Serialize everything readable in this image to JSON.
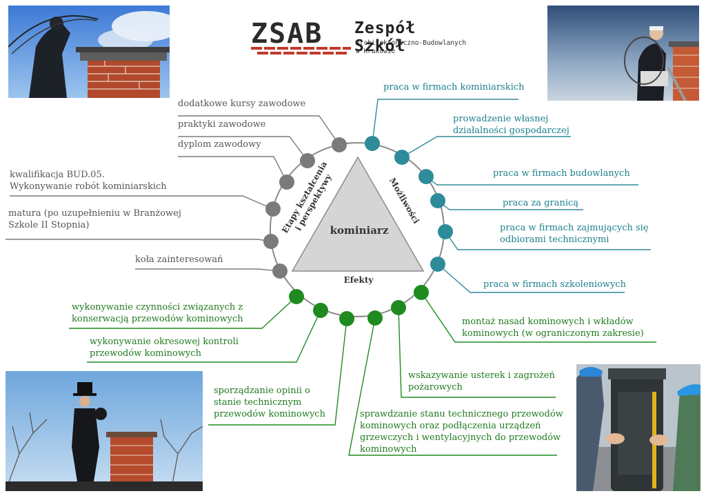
{
  "header": {
    "logo_mark": "ZSAB",
    "school_name": "Zespół Szkół",
    "school_sub_1": "Architektoniczno-Budowlanych",
    "school_sub_2": "w Krakowie"
  },
  "center": {
    "title": "kominiarz",
    "side_left_1": "Etapy kształcenia",
    "side_left_2": "i perspektywy",
    "side_right": "Możliwości",
    "side_bottom": "Efekty"
  },
  "colors": {
    "gray": "#7a7a7a",
    "teal": "#2e8b99",
    "green": "#1f8a1f",
    "triangle": "#d5d5d5"
  },
  "left_items": [
    {
      "lines": [
        "dodatkowe kursy zawodowe"
      ]
    },
    {
      "lines": [
        "praktyki zawodowe"
      ]
    },
    {
      "lines": [
        "dyplom zawodowy"
      ]
    },
    {
      "lines": [
        "kwalifikacja  BUD.05.",
        "Wykonywanie robót kominiarskich"
      ]
    },
    {
      "lines": [
        "matura (po uzupełnieniu w Branżowej",
        "Szkole II Stopnia)"
      ]
    },
    {
      "lines": [
        "koła zainteresowań"
      ]
    }
  ],
  "right_items": [
    {
      "lines": [
        "praca w firmach kominiarskich"
      ]
    },
    {
      "lines": [
        "prowadzenie własnej",
        "działalności gospodarczej"
      ]
    },
    {
      "lines": [
        "praca w firmach budowlanych"
      ]
    },
    {
      "lines": [
        "praca za granicą"
      ]
    },
    {
      "lines": [
        "praca w firmach zajmujących się",
        "odbiorami technicznymi"
      ]
    },
    {
      "lines": [
        "praca w firmach szkoleniowych"
      ]
    }
  ],
  "effect_items": [
    {
      "lines": [
        "montaż nasad kominowych i wkładów",
        "kominowych (w ograniczonym zakresie)"
      ]
    },
    {
      "lines": [
        "wskazywanie usterek i zagrożeń",
        "pożarowych"
      ]
    },
    {
      "lines": [
        "sprawdzanie stanu technicznego przewodów",
        "kominowych oraz podłączenia urządzeń",
        "grzewczych i wentylacyjnych do przewodów",
        "kominowych"
      ]
    },
    {
      "lines": [
        "sporządzanie opinii o",
        "stanie technicznym",
        "przewodów kominowych"
      ]
    },
    {
      "lines": [
        "wykonywanie okresowej kontroli",
        "przewodów kominowych"
      ]
    },
    {
      "lines": [
        "wykonywanie czynności związanych z",
        "konserwacją przewodów kominowych"
      ]
    }
  ]
}
